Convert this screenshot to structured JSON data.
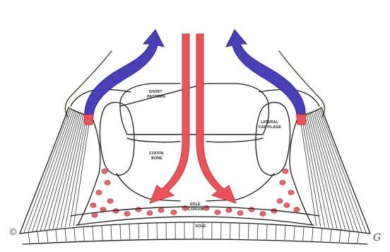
{
  "labels": {
    "short_pastern": [
      "SHORT",
      "PASTERN"
    ],
    "lateral_cartilage": [
      "LATERAL",
      "CARTILAGE"
    ],
    "coffin_bone": [
      "COFFIN",
      "BONE"
    ],
    "sole_corium": [
      "SOLE",
      "CORIUM"
    ],
    "sole": "SOLE"
  },
  "marks": {
    "copyright": "©",
    "artist_initials": "G"
  },
  "colors": {
    "arterial_red": "#e9535a",
    "arterial_stroke": "#c9313a",
    "venous_blue": "#4b3fb8",
    "venous_stroke": "#2e2590",
    "corium_dot": "#e06470",
    "hair": "#4a3b2a"
  }
}
